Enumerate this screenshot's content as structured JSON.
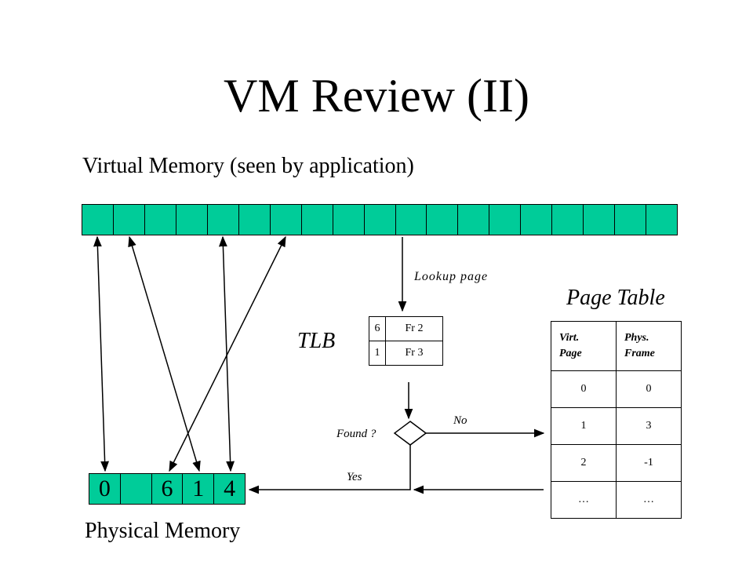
{
  "title": "VM Review (II)",
  "virtual_memory_label": "Virtual Memory (seen by application)",
  "physical_memory_label": "Physical Memory",
  "lookup_label": "Lookup page",
  "page_table_label": "Page Table",
  "tlb_label": "TLB",
  "found_label": "Found ?",
  "no_label": "No",
  "yes_label": "Yes",
  "virtual_memory": {
    "page_count": 19,
    "color": "#00cc99"
  },
  "physical_memory": {
    "frames": [
      "0",
      "",
      "6",
      "1",
      "4"
    ],
    "color": "#00cc99"
  },
  "tlb": {
    "rows": [
      {
        "page": "6",
        "frame": "Fr 2"
      },
      {
        "page": "1",
        "frame": "Fr 3"
      }
    ]
  },
  "page_table": {
    "headers": [
      "Virt. Page",
      "Phys. Frame"
    ],
    "rows": [
      [
        "0",
        "0"
      ],
      [
        "1",
        "3"
      ],
      [
        "2",
        "-1"
      ],
      [
        "…",
        "…"
      ]
    ]
  }
}
